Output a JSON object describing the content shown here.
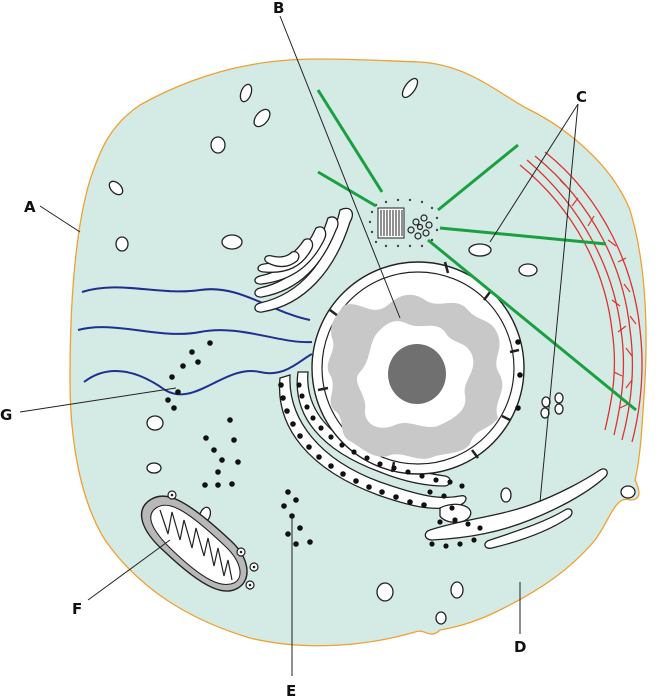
{
  "labels": {
    "A": "A",
    "B": "B",
    "C": "C",
    "D": "D",
    "E": "E",
    "F": "F",
    "G": "G"
  },
  "colors": {
    "cytoplasm": "#d4ebe5",
    "membrane": "#f0a030",
    "nucleus_envelope": "#ffffff",
    "chromatin": "#c8c8c8",
    "nucleolus": "#707070",
    "microtubule": "#1aa040",
    "actin_filament": "#e03030",
    "intermediate_filament": "#1f2f8f",
    "ribosome": "#111111",
    "outline": "#222222"
  }
}
